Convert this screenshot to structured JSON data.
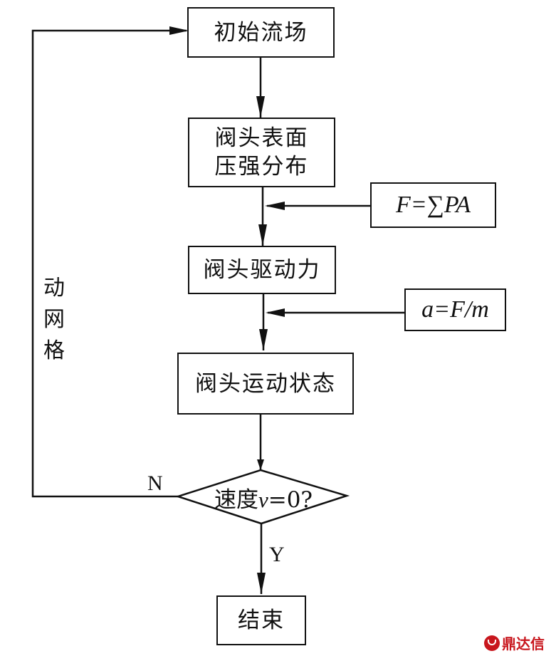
{
  "diagram": {
    "type": "flowchart",
    "nodes": {
      "initial_flow_field": "初始流场",
      "pressure_line1": "阀头表面",
      "pressure_line2": "压强分布",
      "driving_force": "阀头驱动力",
      "motion_state": "阀头运动状态",
      "decision_prefix": "速度",
      "decision_var": "v",
      "decision_suffix": "=0?",
      "end": "结束"
    },
    "side_inputs": {
      "force_formula": "F=∑PA",
      "accel_formula": "a=F/m"
    },
    "branch_labels": {
      "no": "N",
      "yes": "Y"
    },
    "loop_label": [
      "动",
      "网",
      "格"
    ],
    "edges": [
      {
        "from": "initial_flow_field",
        "to": "pressure_distribution"
      },
      {
        "from": "pressure_distribution",
        "to": "driving_force",
        "input": "force_formula"
      },
      {
        "from": "driving_force",
        "to": "motion_state",
        "input": "accel_formula"
      },
      {
        "from": "motion_state",
        "to": "decision"
      },
      {
        "from": "decision",
        "to": "end",
        "label": "Y"
      },
      {
        "from": "decision",
        "to": "initial_flow_field",
        "label": "N",
        "via": "动网格"
      }
    ]
  },
  "watermark": {
    "text": "鼎达信",
    "color": "#c8161d"
  }
}
